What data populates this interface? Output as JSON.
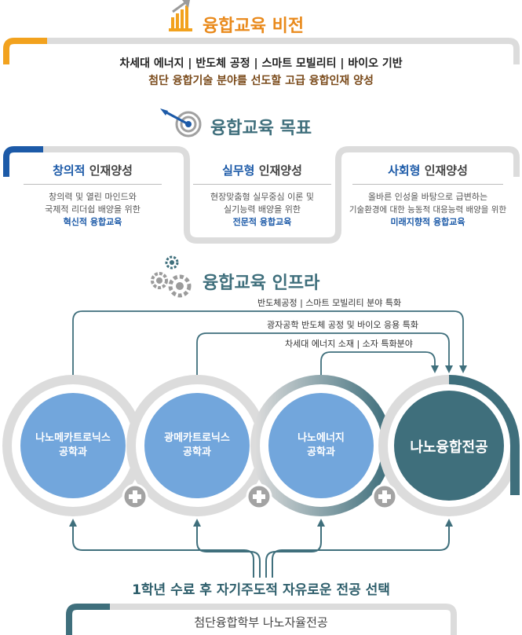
{
  "vision": {
    "title": "융합교육 비전",
    "line1": "차세대 에너지 | 반도체 공정 | 스마트 모빌리티 | 바이오 기반",
    "line2": "첨단 융합기술 분야를 선도할 고급 융합인재 양성"
  },
  "goals": {
    "title": "융합교육 목표",
    "items": [
      {
        "title_hl": "창의적",
        "title_rest": " 인재양성",
        "desc1": "창의력 및 열린 마인드와",
        "desc2": "국제적 리더쉽 배양을 위한",
        "emphasis": "혁신적 융합교육"
      },
      {
        "title_hl": "실무형",
        "title_rest": " 인재양성",
        "desc1": "현장맞춤형 실무중심 이론 및",
        "desc2": "실기능력 배양을 위한",
        "emphasis": "전문적 융합교육"
      },
      {
        "title_hl": "사회형",
        "title_rest": " 인재양성",
        "desc1": "올바른 인성을 바탕으로 급변하는",
        "desc2": "기술환경에 대한 능동적 대응능력 배양을 위한",
        "emphasis": "미래지향적 융합교육"
      }
    ]
  },
  "infra": {
    "title": "융합교육 인프라",
    "routes": [
      "반도체공정 | 스마트 모빌리티 분야 특화",
      "광자공학 반도체 공정 및 바이오 응용 특화",
      "차세대 에너지 소재 | 소자 특화분야"
    ],
    "departments": [
      {
        "line1": "나노메카트로닉스",
        "line2": "공학과"
      },
      {
        "line1": "광메카트로닉스",
        "line2": "공학과"
      },
      {
        "line1": "나노에너지",
        "line2": "공학과"
      }
    ],
    "core": "나노융합전공",
    "plus_glyph": "+"
  },
  "bottom": {
    "question": "1학년 수료 후 자기주도적 자유로운 전공 선택",
    "school": "첨단융합학부 나노자율전공"
  },
  "colors": {
    "orange": "#f2a21e",
    "blue": "#1c5aa8",
    "teal": "#3f6f7c",
    "circle_fill": "#72a6dc",
    "ring_gray": "#dcdcdc"
  }
}
